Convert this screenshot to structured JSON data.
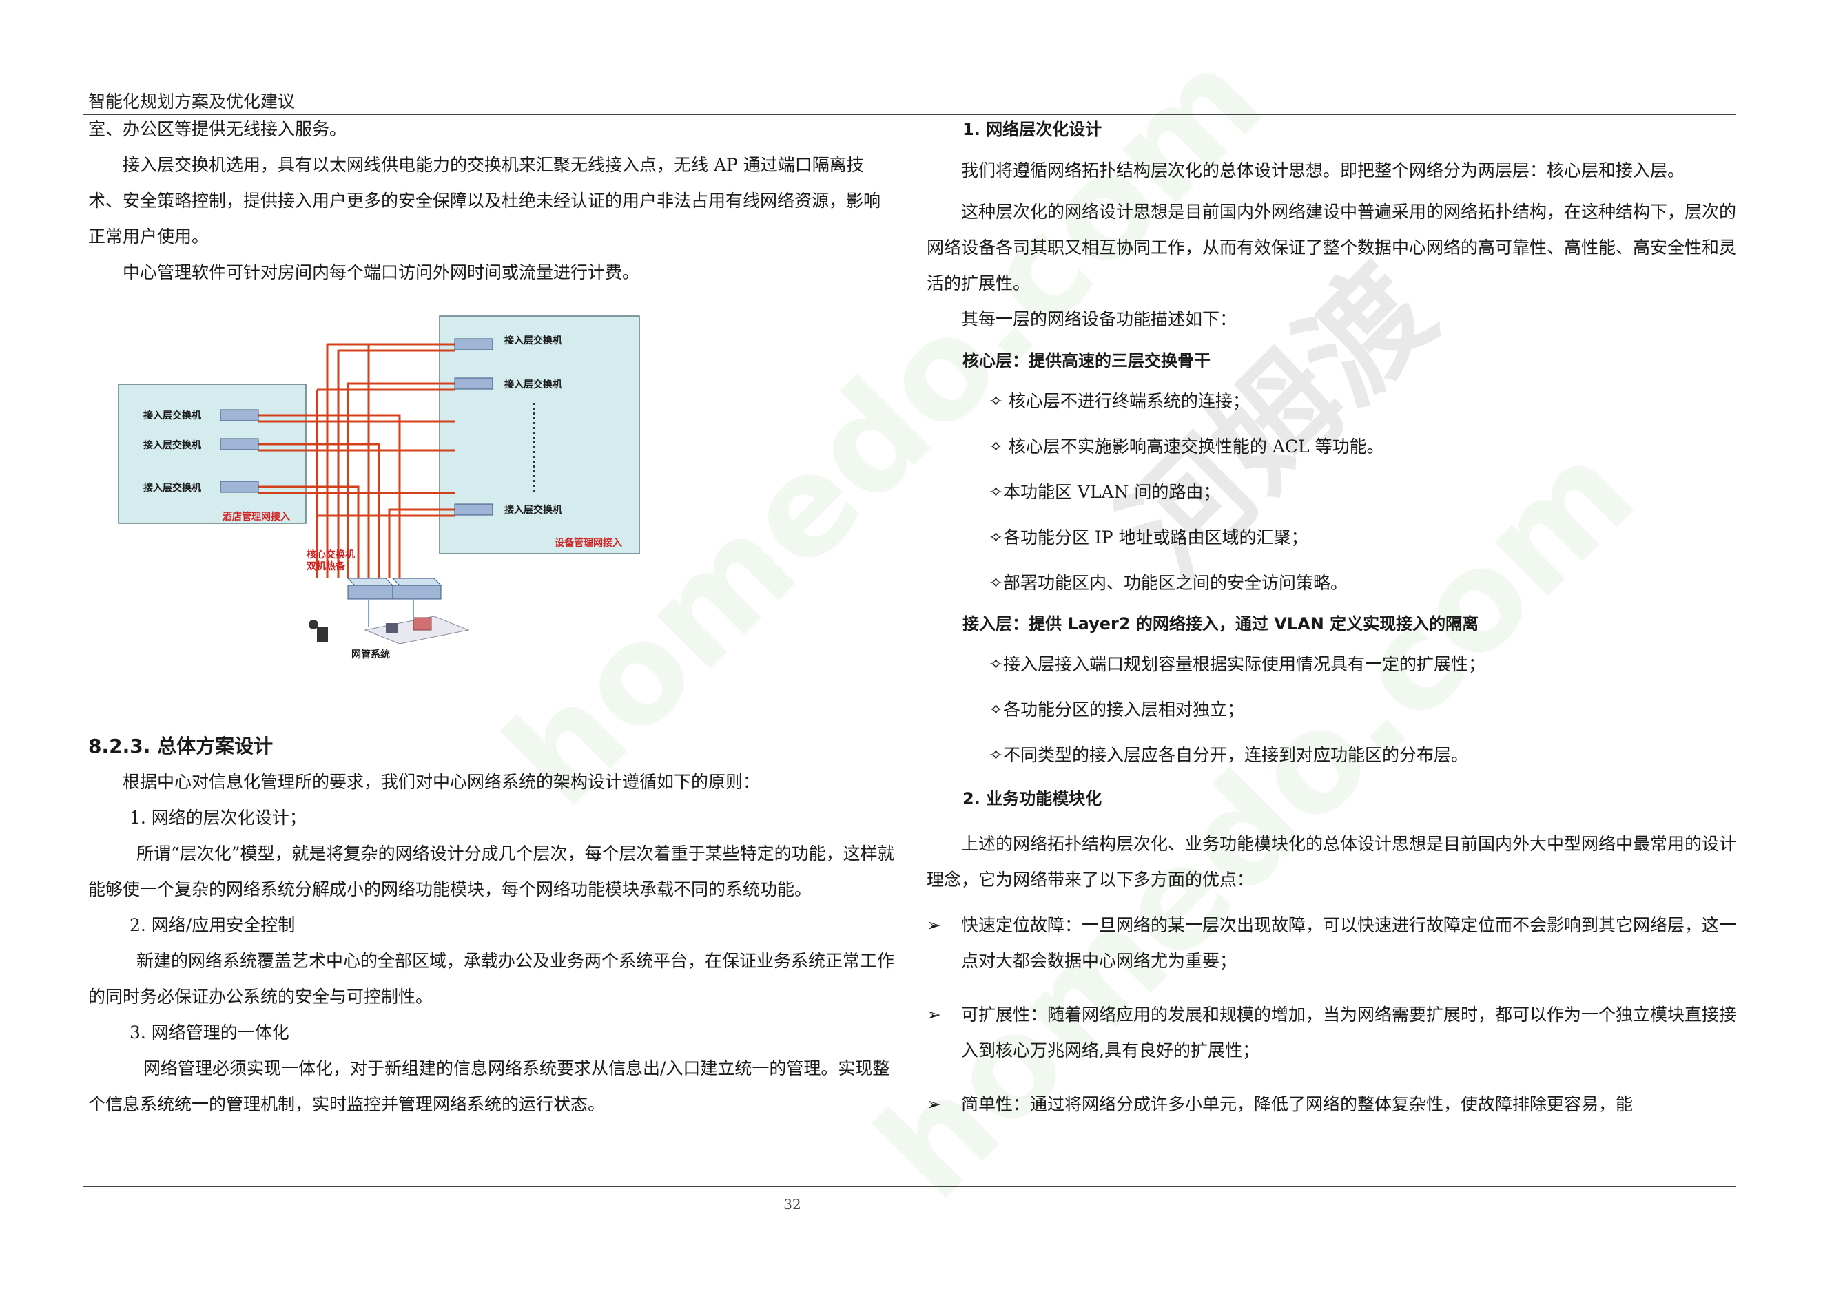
{
  "header": {
    "title": "智能化规划方案及优化建议"
  },
  "footer": {
    "page_number": "32"
  },
  "left": {
    "p1": "室、办公区等提供无线接入服务。",
    "p2": "接入层交换机选用，具有以太网线供电能力的交换机来汇聚无线接入点，无线 AP 通过端口隔离技术、安全策略控制，提供接入用户更多的安全保障以及杜绝未经认证的用户非法占用有线网络资源，影响正常用户使用。",
    "p3": "中心管理软件可针对房间内每个端口访问外网时间或流量进行计费。",
    "section": "8.2.3. 总体方案设计",
    "p4": "根据中心对信息化管理所的要求，我们对中心网络系统的架构设计遵循如下的原则：",
    "item1": "1. 网络的层次化设计；",
    "p5": "所谓“层次化”模型，就是将复杂的网络设计分成几个层次，每个层次着重于某些特定的功能，这样就能够使一个复杂的网络系统分解成小的网络功能模块，每个网络功能模块承载不同的系统功能。",
    "item2": "2. 网络/应用安全控制",
    "p6": "新建的网络系统覆盖艺术中心的全部区域，承载办公及业务两个系统平台，在保证业务系统正常工作的同时务必保证办公系统的安全与可控制性。",
    "item3": "3. 网络管理的一体化",
    "p7": "网络管理必须实现一体化，对于新组建的信息网络系统要求从信息出/入口建立统一的管理。实现整个信息系统统一的管理机制，实时监控并管理网络系统的运行状态。"
  },
  "diagram": {
    "left_switches": [
      "接入层交换机",
      "接入层交换机",
      "接入层交换机"
    ],
    "right_switches": [
      "接入层交换机",
      "接入层交换机",
      "接入层交换机"
    ],
    "left_area_label": "酒店管理网接入",
    "right_area_label": "设备管理网接入",
    "core_label_1": "核心交换机",
    "core_label_2": "双机热备",
    "mgmt_label": "网管系统"
  },
  "right": {
    "h1": "1. 网络层次化设计",
    "p1": "我们将遵循网络拓扑结构层次化的总体设计思想。即把整个网络分为两层层：核心层和接入层。",
    "p2": "这种层次化的网络设计思想是目前国内外网络建设中普遍采用的网络拓扑结构，在这种结构下，层次的网络设备各司其职又相互协同工作，从而有效保证了整个数据中心网络的高可靠性、高性能、高安全性和灵活的扩展性。",
    "p3": "其每一层的网络设备功能描述如下：",
    "core_title": "核心层：提供高速的三层交换骨干",
    "core_items": [
      "✧  核心层不进行终端系统的连接；",
      "✧  核心层不实施影响高速交换性能的 ACL 等功能。",
      "✧本功能区 VLAN 间的路由；",
      "✧各功能分区 IP 地址或路由区域的汇聚；",
      "✧部署功能区内、功能区之间的安全访问策略。"
    ],
    "access_title": "接入层：提供 Layer2 的网络接入，通过 VLAN 定义实现接入的隔离",
    "access_items": [
      "✧接入层接入端口规划容量根据实际使用情况具有一定的扩展性；",
      "✧各功能分区的接入层相对独立；",
      "✧不同类型的接入层应各自分开，连接到对应功能区的分布层。"
    ],
    "h2": "2. 业务功能模块化",
    "p4": "上述的网络拓扑结构层次化、业务功能模块化的总体设计思想是目前国内外大中型网络中最常用的设计理念，它为网络带来了以下多方面的优点：",
    "bullet_mark": "➢",
    "b1": "快速定位故障：一旦网络的某一层次出现故障，可以快速进行故障定位而不会影响到其它网络层，这一点对大都会数据中心网络尤为重要；",
    "b2": "可扩展性：随着网络应用的发展和规模的增加，当为网络需要扩展时，都可以作为一个独立模块直接接入到核心万兆网络,具有良好的扩展性；",
    "b3": "简单性：通过将网络分成许多小单元，降低了网络的整体复杂性，使故障排除更容易，能"
  },
  "watermark": {
    "text1": "homedo.com",
    "text2": "河姆渡"
  }
}
